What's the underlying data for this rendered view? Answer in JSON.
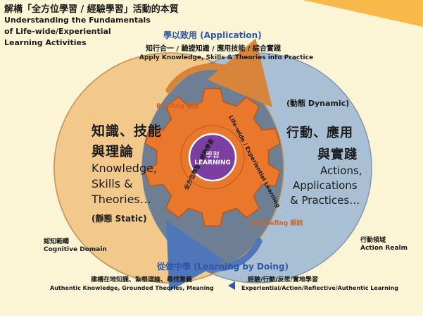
{
  "title": {
    "zh": "解構「全方位學習 / 經驗學習」活動的本質",
    "en_line1": "Understanding the Fundamentals",
    "en_line2": "of Life-wide/Experiential",
    "en_line3": "Learning Activities"
  },
  "application": {
    "heading": "學以致用 (Application)",
    "zh": "知行合一 / 驗證知識 / 應用技能 / 綜合實踐",
    "en": "Apply Knowledge, Skills & Theories into Practice"
  },
  "briefing": {
    "en": "Briefing",
    "zh": "講解"
  },
  "debriefing": {
    "en": "Debriefing",
    "zh": "解說"
  },
  "static_circle": {
    "zh_line1": "知識、技能",
    "zh_line2": "與理論",
    "en_line1": "Knowledge,",
    "en_line2": "Skills &",
    "en_line3": "Theories…",
    "state": "(靜態 Static)",
    "domain_zh": "認知範疇",
    "domain_en": "Cognitive Domain"
  },
  "dynamic_circle": {
    "state": "(動態 Dynamic)",
    "zh_line1": "行動、應用",
    "zh_line2": "與實踐",
    "en_line1": "Actions,",
    "en_line2": "Applications",
    "en_line3": "& Practices…",
    "domain_zh": "行動領域",
    "domain_en": "Action Realm"
  },
  "gear": {
    "left_text": "全方位學習 / 經驗學習",
    "right_text": "Life-wide / Experiential Learning",
    "center_zh": "學習",
    "center_en": "LEARNING"
  },
  "learning_by_doing": {
    "heading": "從做中學 (Learning by Doing)",
    "left_zh": "建構在地知識、紮根理論、尋找意義",
    "left_en": "Authentic Knowledge, Grounded Theories, Meaning",
    "right_zh": "經驗/行動/反思/實地學習",
    "right_en": "Experiential/Action/Reflective/Authentic Learning"
  },
  "colors": {
    "background": "#fbf5d6",
    "static_circle": "#f2c98a",
    "dynamic_circle": "#a9bfd4",
    "overlap": "#6e7f93",
    "gear": "#e9782c",
    "center": "#7a3fa0",
    "heading_blue": "#2e57a8",
    "briefing_orange": "#c9662a"
  }
}
